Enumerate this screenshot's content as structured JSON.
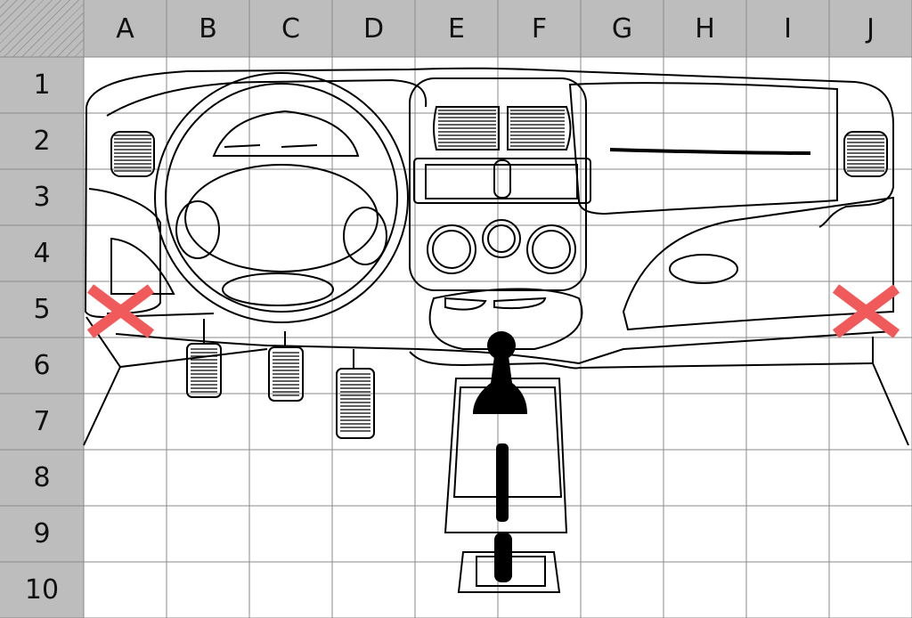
{
  "grid": {
    "columns": [
      "A",
      "B",
      "C",
      "D",
      "E",
      "F",
      "G",
      "H",
      "I",
      "J"
    ],
    "rows": [
      "1",
      "2",
      "3",
      "4",
      "5",
      "6",
      "7",
      "8",
      "9",
      "10"
    ]
  },
  "markers": [
    {
      "name": "x-marker-left",
      "col": "A",
      "row": "5",
      "color": "#f15a5a"
    },
    {
      "name": "x-marker-right",
      "col": "J",
      "row": "5",
      "color": "#f15a5a"
    }
  ],
  "colors": {
    "header_bg": "#bdbdbd",
    "grid_line": "#8a8a8a",
    "marker": "#f15a5a",
    "drawing": "#000000"
  }
}
